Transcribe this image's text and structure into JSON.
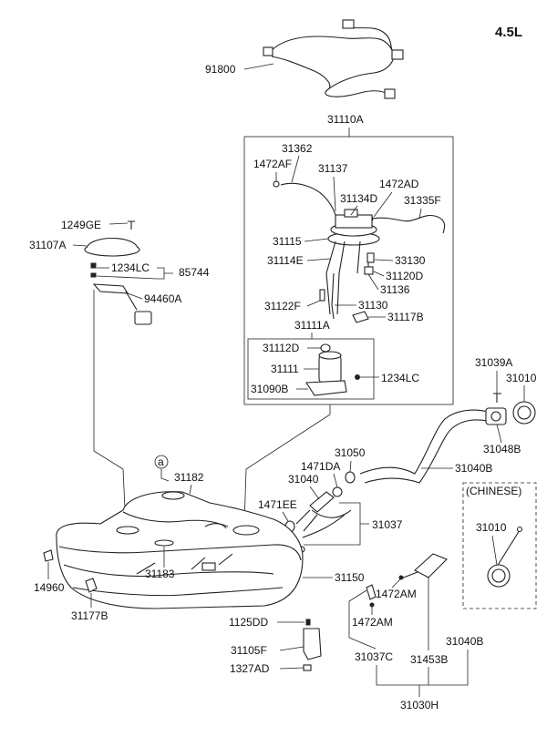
{
  "engine": "4.5L",
  "circle_marker": "a",
  "variant_label": "(CHINESE)",
  "labels": {
    "p91800": "91800",
    "p31110A": "31110A",
    "p31362": "31362",
    "p1472AF": "1472AF",
    "p31137": "31137",
    "p1472AD": "1472AD",
    "p31134D": "31134D",
    "p31335F": "31335F",
    "p31115": "31115",
    "p33130": "33130",
    "p31114E": "31114E",
    "p31120D": "31120D",
    "p31136": "31136",
    "p31122F": "31122F",
    "p31130": "31130",
    "p31117B": "31117B",
    "p31111A": "31111A",
    "p31112D": "31112D",
    "p31111": "31111",
    "p1234LC_pump": "1234LC",
    "p31090B": "31090B",
    "p1249GE": "1249GE",
    "p31107A": "31107A",
    "p1234LC_sender": "1234LC",
    "p85744": "85744",
    "p94460A": "94460A",
    "p31039A": "31039A",
    "p31010_top": "31010",
    "p31048B": "31048B",
    "p31040B_top": "31040B",
    "p31050": "31050",
    "p1471DA": "1471DA",
    "p31040_hose": "31040",
    "p1471EE": "1471EE",
    "p31037": "31037",
    "p31182": "31182",
    "p31183": "31183",
    "p14960": "14960",
    "p31177B": "31177B",
    "p31150": "31150",
    "p31010_chinese": "31010",
    "p1125DD": "1125DD",
    "p31105F": "31105F",
    "p1327AD": "1327AD",
    "p1472AM_a": "1472AM",
    "p1472AM_b": "1472AM",
    "p31037C": "31037C",
    "p31453B": "31453B",
    "p31040B_bottom": "31040B",
    "p31030H": "31030H"
  }
}
